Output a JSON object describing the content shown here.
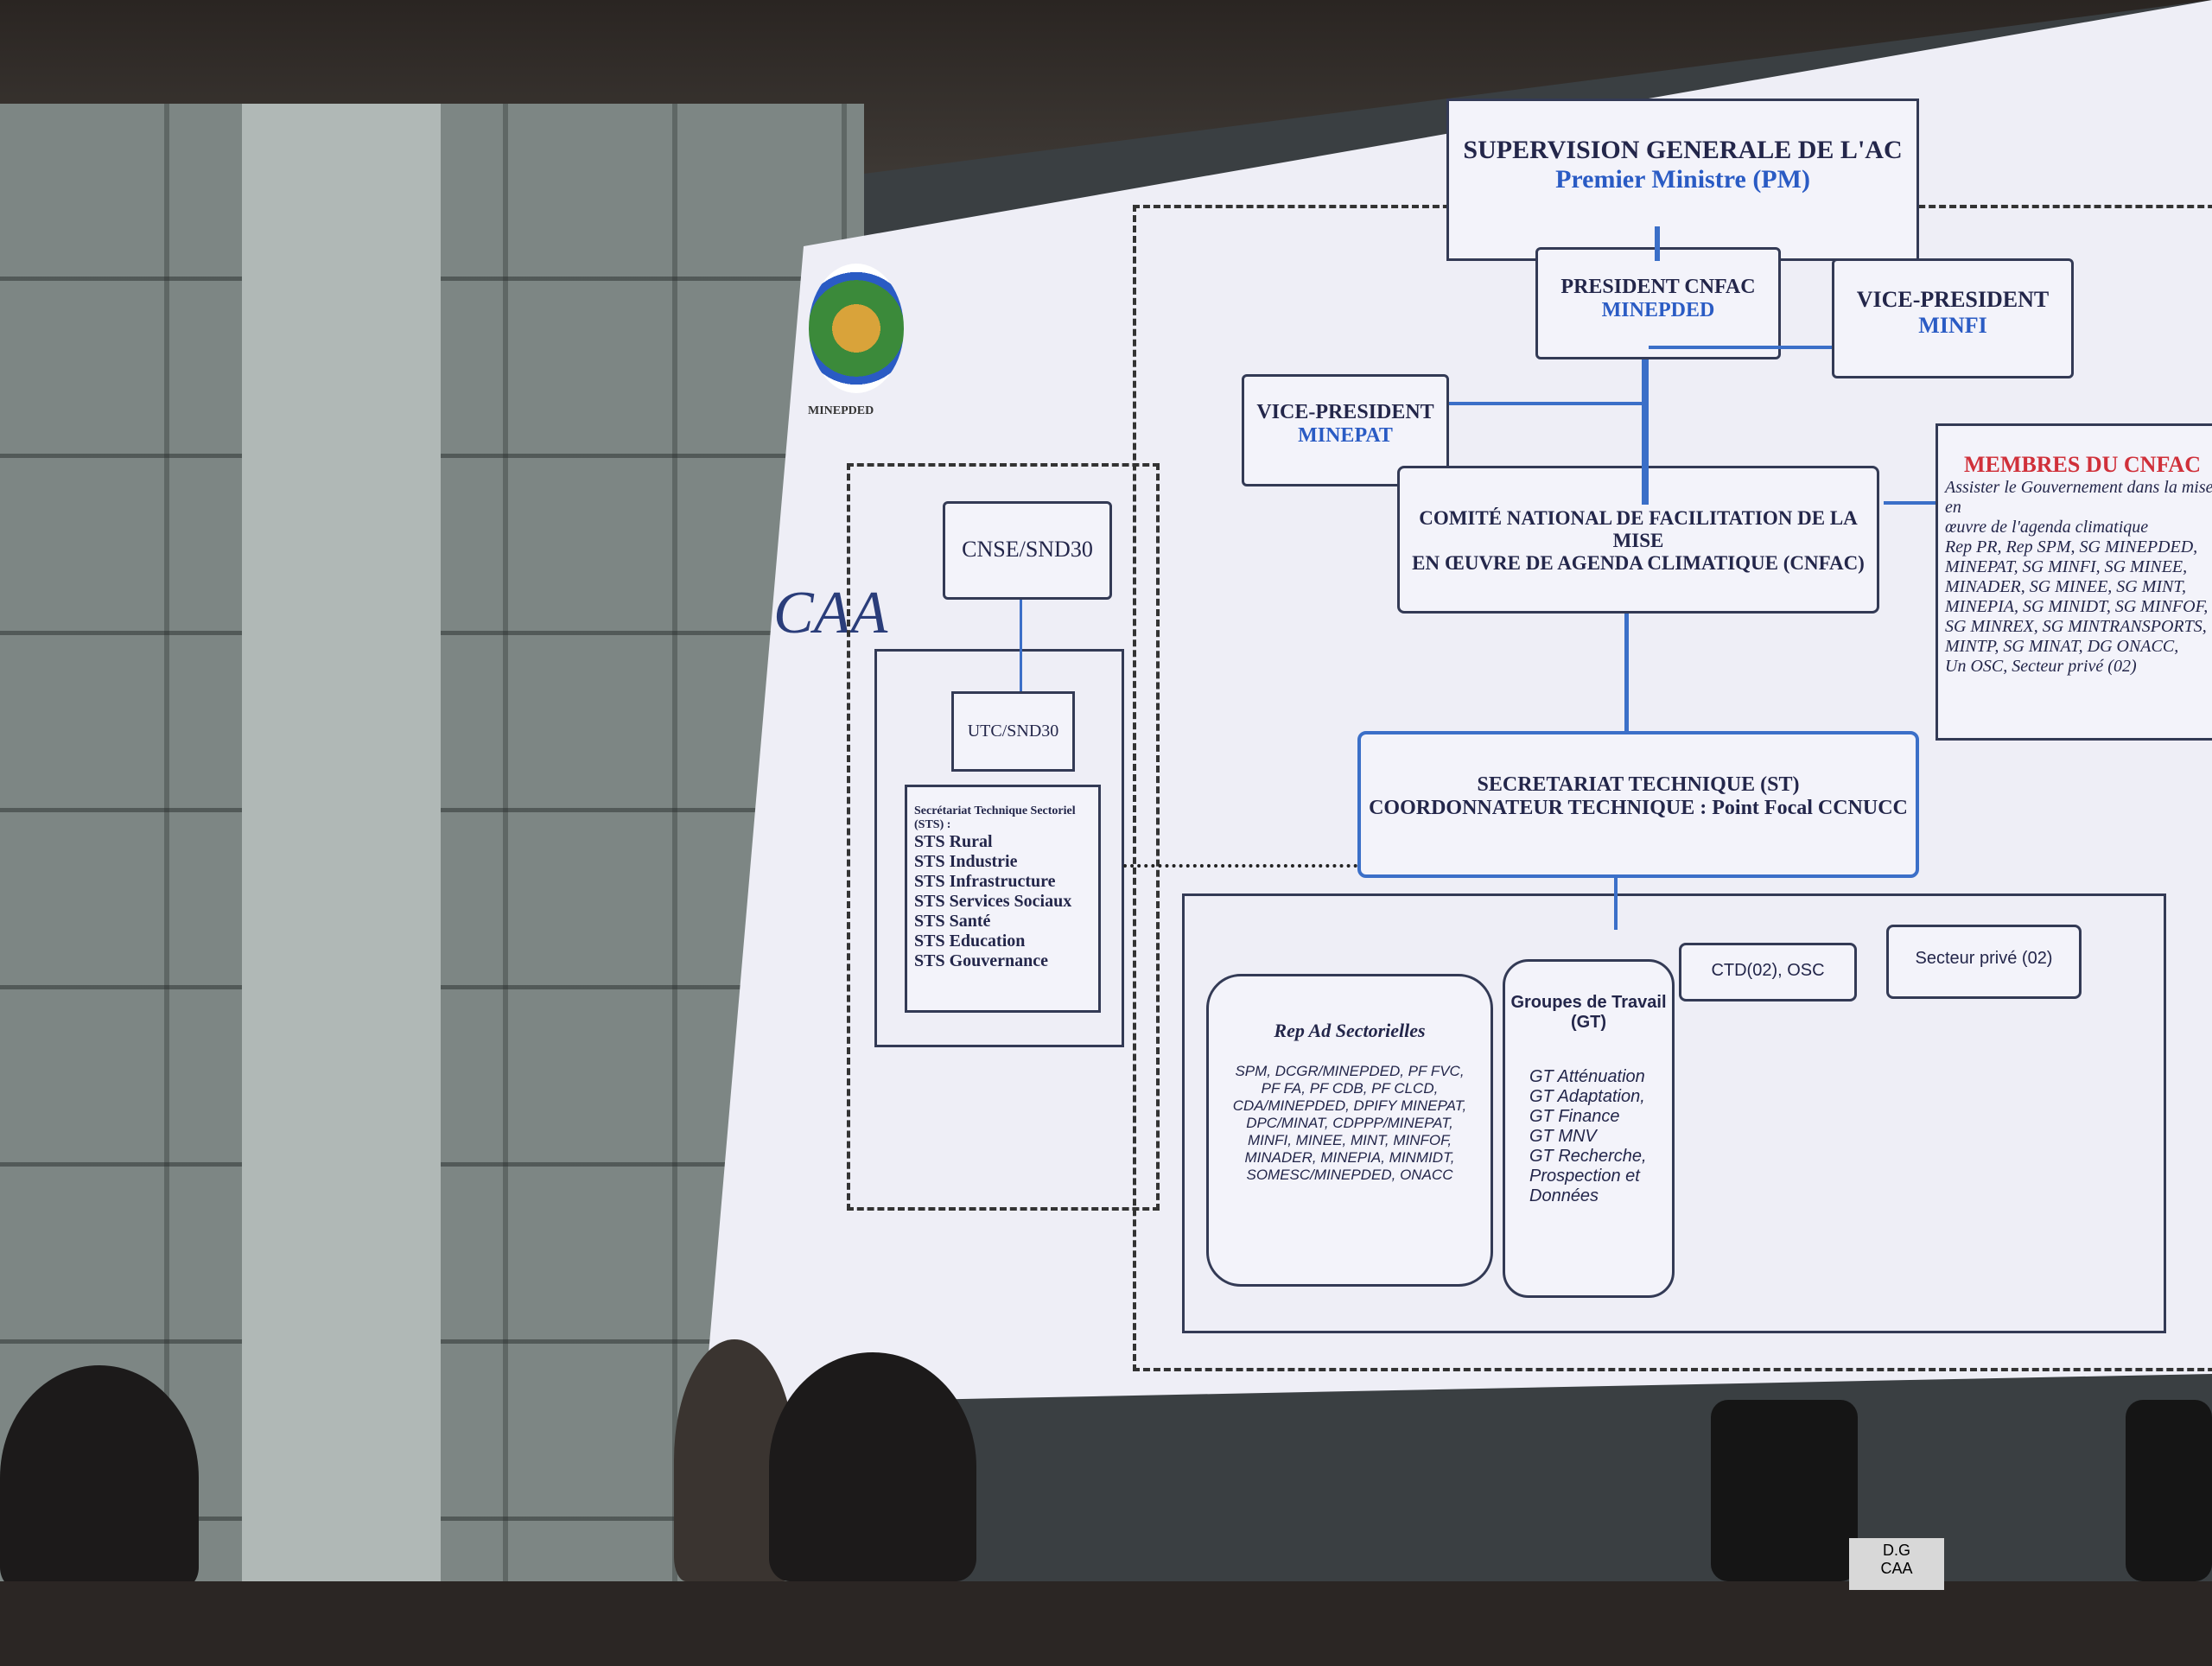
{
  "diagram": {
    "supervision": {
      "title": "SUPERVISION GENERALE DE L'AC",
      "sub": "Premier Ministre (PM)"
    },
    "president": {
      "title": "PRESIDENT CNFAC",
      "sub": "MINEPDED"
    },
    "vp_minfi": {
      "title": "VICE-PRESIDENT",
      "sub": "MINFI"
    },
    "vp_minepat": {
      "title": "VICE-PRESIDENT",
      "sub": "MINEPAT"
    },
    "cnfac": {
      "line1": "COMITÉ NATIONAL DE FACILITATION DE LA MISE",
      "line2": "EN ŒUVRE DE AGENDA CLIMATIQUE (CNFAC)"
    },
    "membres": {
      "title": "MEMBRES DU CNFAC",
      "lines": [
        "Assister le Gouvernement dans la mise en",
        "œuvre de l'agenda climatique",
        "Rep PR, Rep SPM, SG MINEPDED,",
        "MINEPAT, SG MINFI, SG MINEE,",
        "MINADER, SG MINEE, SG MINT,",
        "MINEPIA, SG MINIDT, SG MINFOF,",
        "SG MINREX, SG MINTRANSPORTS,",
        "MINTP, SG MINAT, DG ONACC,",
        "Un OSC, Secteur privé (02)"
      ]
    },
    "st": {
      "line1": "SECRETARIAT TECHNIQUE (ST)",
      "line2": "COORDONNATEUR TECHNIQUE : Point Focal CCNUCC"
    },
    "cnse": "CNSE/SND30",
    "utc": "UTC/SND30",
    "sts": {
      "title": "Secrétariat Technique Sectoriel (STS) :",
      "items": [
        "STS Rural",
        "STS Industrie",
        "STS Infrastructure",
        "STS Services Sociaux",
        "STS Santé",
        "STS Education",
        "STS Gouvernance"
      ]
    },
    "rep": {
      "title": "Rep Ad Sectorielles",
      "lines": [
        "SPM, DCGR/MINEPDED, PF FVC,",
        "PF FA, PF CDB, PF CLCD,",
        "CDA/MINEPDED, DPIFY MINEPAT,",
        "DPC/MINAT, CDPPP/MINEPAT,",
        "MINFI, MINEE, MINT, MINFOF,",
        "MINADER, MINEPIA, MINMIDT,",
        "SOMESC/MINEPDED, ONACC"
      ]
    },
    "gt": {
      "title": "Groupes de Travail (GT)",
      "items": [
        "GT Atténuation",
        "GT Adaptation,",
        "GT Finance",
        "GT MNV",
        "GT Recherche,",
        "Prospection et",
        "Données"
      ]
    },
    "ctd": "CTD(02), OSC",
    "prive": "Secteur privé (02)"
  },
  "logos": {
    "minepded": "MINEPDED",
    "caa": "CAA"
  },
  "nameplate": {
    "line1": "D.G",
    "line2": "CAA"
  }
}
